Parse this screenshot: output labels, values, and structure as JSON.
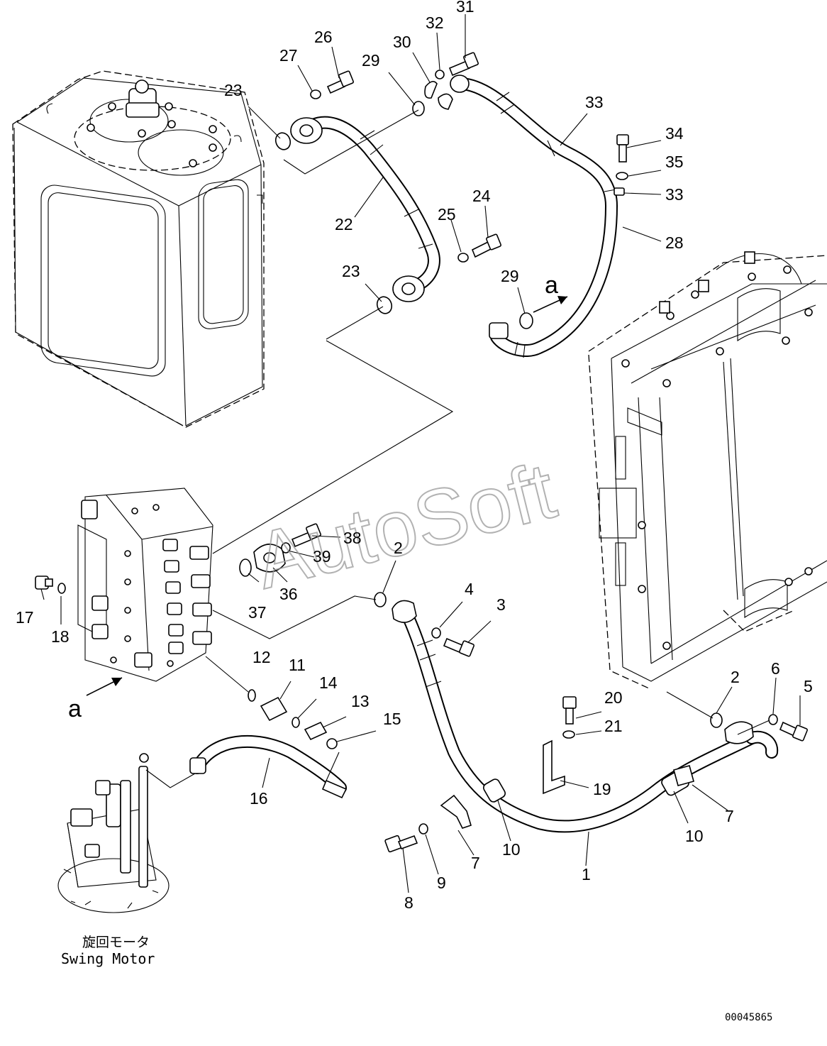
{
  "watermark": "AutoSoft",
  "document_number": "00045865",
  "swing_motor_caption": {
    "japanese": "旋回モータ",
    "english": "Swing Motor"
  },
  "view_letter": "a",
  "callouts": {
    "c1": "1",
    "c2a": "2",
    "c2b": "2",
    "c3": "3",
    "c4": "4",
    "c5": "5",
    "c6": "6",
    "c7a": "7",
    "c7b": "7",
    "c8": "8",
    "c9": "9",
    "c10a": "10",
    "c10b": "10",
    "c11": "11",
    "c12": "12",
    "c13": "13",
    "c14": "14",
    "c15": "15",
    "c16": "16",
    "c17": "17",
    "c18": "18",
    "c19": "19",
    "c20": "20",
    "c21": "21",
    "c22": "22",
    "c23a": "23",
    "c23b": "23",
    "c24": "24",
    "c25": "25",
    "c26": "26",
    "c27": "27",
    "c28": "28",
    "c29a": "29",
    "c29b": "29",
    "c30": "30",
    "c31": "31",
    "c32": "32",
    "c33a": "33",
    "c33b": "33",
    "c34": "34",
    "c35": "35",
    "c36": "36",
    "c37": "37",
    "c38": "38",
    "c39": "39"
  }
}
